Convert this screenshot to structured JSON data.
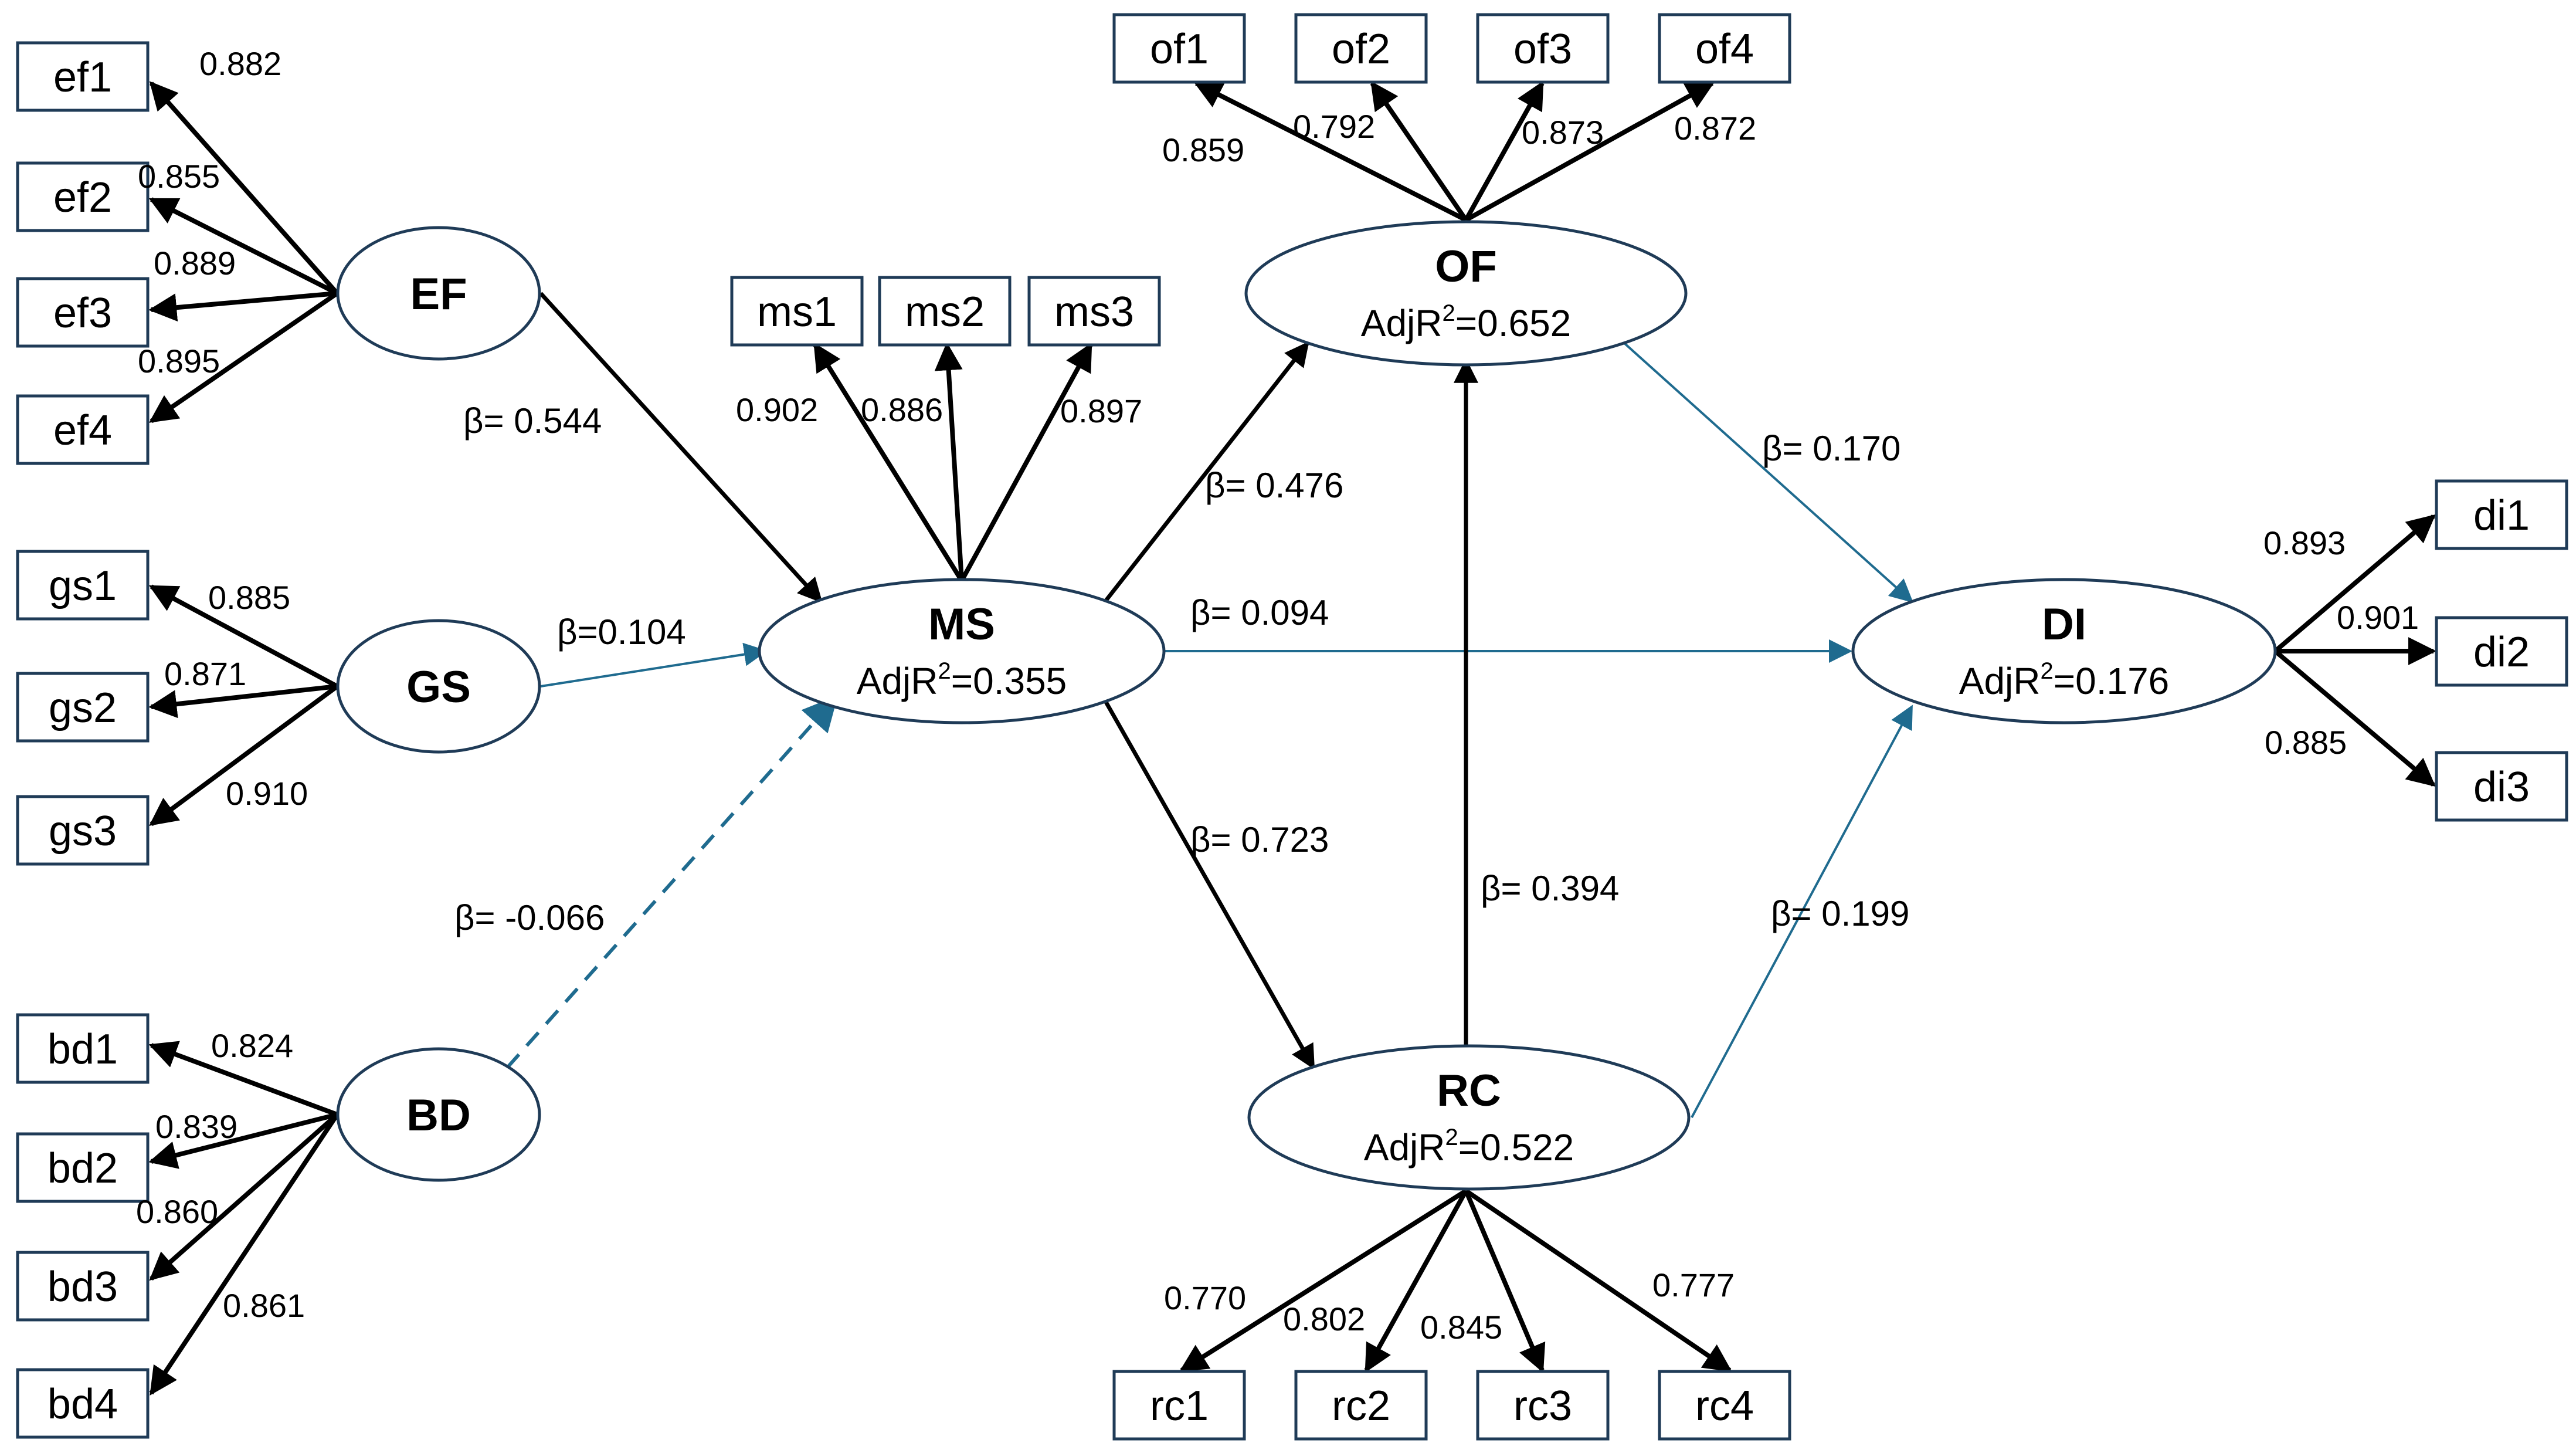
{
  "colors": {
    "black_arrow": "#000000",
    "teal_arrow": "#1f6b8f",
    "shape_border": "#1f3b57",
    "background": "#ffffff"
  },
  "latents": {
    "EF": {
      "name": "EF",
      "r2": ""
    },
    "GS": {
      "name": "GS",
      "r2": ""
    },
    "BD": {
      "name": "BD",
      "r2": ""
    },
    "MS": {
      "name": "MS",
      "r2_prefix": "AdjR",
      "r2_sup": "2",
      "r2_value": "=0.355"
    },
    "OF": {
      "name": "OF",
      "r2_prefix": "AdjR",
      "r2_sup": "2",
      "r2_value": "=0.652"
    },
    "RC": {
      "name": "RC",
      "r2_prefix": "AdjR",
      "r2_sup": "2",
      "r2_value": "=0.522"
    },
    "DI": {
      "name": "DI",
      "r2_prefix": "AdjR",
      "r2_sup": "2",
      "r2_value": "=0.176"
    }
  },
  "indicators": {
    "ef1": {
      "label": "ef1",
      "loading": "0.882"
    },
    "ef2": {
      "label": "ef2",
      "loading": "0.855"
    },
    "ef3": {
      "label": "ef3",
      "loading": "0.889"
    },
    "ef4": {
      "label": "ef4",
      "loading": "0.895"
    },
    "gs1": {
      "label": "gs1",
      "loading": "0.885"
    },
    "gs2": {
      "label": "gs2",
      "loading": "0.871"
    },
    "gs3": {
      "label": "gs3",
      "loading": "0.910"
    },
    "bd1": {
      "label": "bd1",
      "loading": "0.824"
    },
    "bd2": {
      "label": "bd2",
      "loading": "0.839"
    },
    "bd3": {
      "label": "bd3",
      "loading": "0.860"
    },
    "bd4": {
      "label": "bd4",
      "loading": "0.861"
    },
    "ms1": {
      "label": "ms1",
      "loading": "0.902"
    },
    "ms2": {
      "label": "ms2",
      "loading": "0.886"
    },
    "ms3": {
      "label": "ms3",
      "loading": "0.897"
    },
    "of1": {
      "label": "of1",
      "loading": "0.859"
    },
    "of2": {
      "label": "of2",
      "loading": "0.792"
    },
    "of3": {
      "label": "of3",
      "loading": "0.873"
    },
    "of4": {
      "label": "of4",
      "loading": "0.872"
    },
    "rc1": {
      "label": "rc1",
      "loading": "0.770"
    },
    "rc2": {
      "label": "rc2",
      "loading": "0.802"
    },
    "rc3": {
      "label": "rc3",
      "loading": "0.845"
    },
    "rc4": {
      "label": "rc4",
      "loading": "0.777"
    },
    "di1": {
      "label": "di1",
      "loading": "0.893"
    },
    "di2": {
      "label": "di2",
      "loading": "0.901"
    },
    "di3": {
      "label": "di3",
      "loading": "0.885"
    }
  },
  "paths": {
    "ef_ms": {
      "label": "β= 0.544",
      "style": "solid-black"
    },
    "gs_ms": {
      "label": "β=0.104",
      "style": "solid-teal"
    },
    "bd_ms": {
      "label": "β= -0.066",
      "style": "dashed-teal"
    },
    "ms_of": {
      "label": "β= 0.476",
      "style": "solid-black"
    },
    "ms_di": {
      "label": "β= 0.094",
      "style": "solid-teal"
    },
    "ms_rc": {
      "label": "β= 0.723",
      "style": "solid-black"
    },
    "rc_of": {
      "label": "β= 0.394",
      "style": "solid-black"
    },
    "of_di": {
      "label": "β= 0.170",
      "style": "solid-teal"
    },
    "rc_di": {
      "label": "β= 0.199",
      "style": "solid-teal"
    }
  }
}
